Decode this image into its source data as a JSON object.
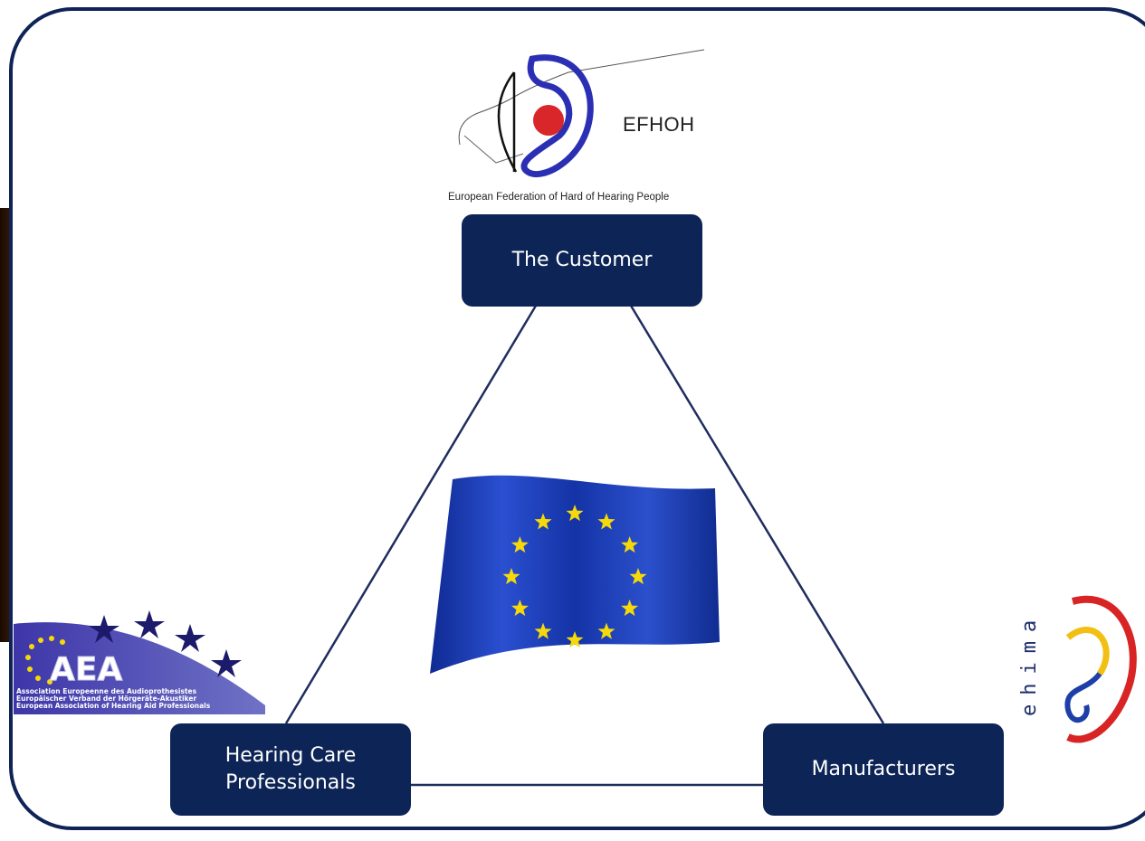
{
  "nodes": {
    "customer": "The Customer",
    "hcp_line1": "Hearing Care",
    "hcp_line2": "Professionals",
    "manufacturers": "Manufacturers"
  },
  "logos": {
    "efhoh": {
      "name": "EFHOH",
      "caption": "European Federation of Hard of Hearing People"
    },
    "aea": {
      "name": "AEA",
      "line1": "Association Europeenne des Audioprothesistes",
      "line2": "Europäischer Verband der Hörgeräte-Akustiker",
      "line3": "European Association of Hearing Aid Professionals"
    },
    "ehima": {
      "name": "ehima"
    }
  },
  "colors": {
    "node_fill": "#0d2456",
    "node_text": "#ffffff",
    "frame": "#0f2357",
    "eu_blue": "#1638a8",
    "eu_star": "#f5d90a"
  },
  "icons": [
    "eu-flag-icon",
    "efhoh-ear-logo",
    "aea-logo",
    "ehima-ear-logo"
  ]
}
